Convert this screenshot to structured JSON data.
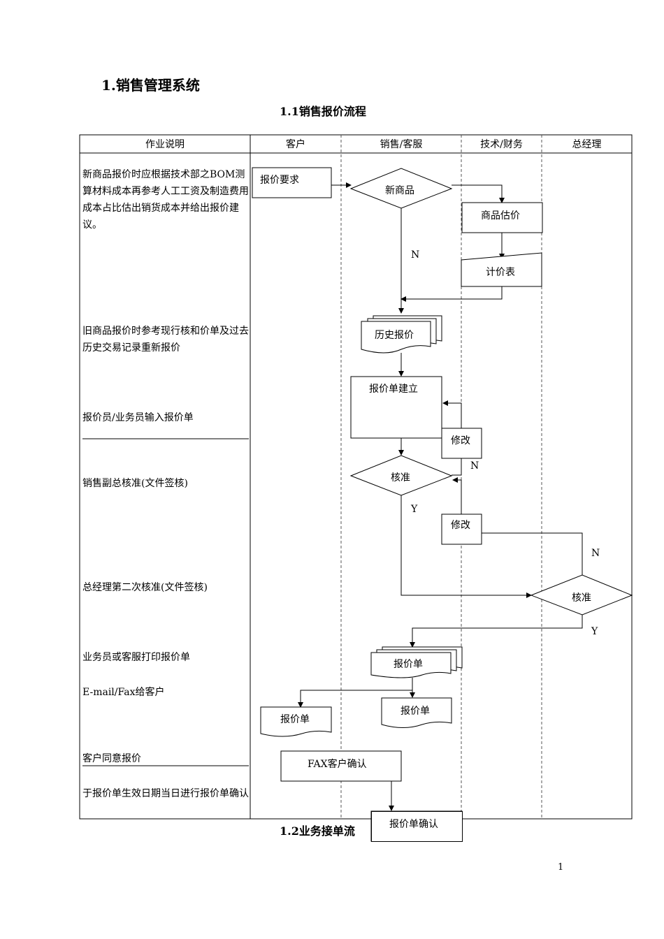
{
  "heading": "1.销售管理系统",
  "section_title": "1.1销售报价流程",
  "next_section_title": "1.2业务接单流",
  "page_number": "1",
  "lanes": [
    "作业说明",
    "客户",
    "销售/客服",
    "技术/财务",
    "总经理"
  ],
  "descriptions": {
    "d1": "新商品报价时应根据技术部之BOM测算材料成本再参考人工工资及制造费用成本占比估出销货成本并给出报价建议。",
    "d2": "旧商品报价时参考现行核和价单及过去历史交易记录重新报价",
    "d3": "报价员/业务员输入报价单",
    "d4": "销售副总核准(文件签核)",
    "d5": "总经理第二次核准(文件签核)",
    "d6": "业务员或客服打印报价单",
    "d7": "E-mail/Fax给客户",
    "d8": "客户同意报价",
    "d9": "于报价单生效日期当日进行报价单确认"
  },
  "nodes": {
    "quote_request": "报价要求",
    "new_product": "新商品",
    "product_estimate": "商品估价",
    "price_table": "计价表",
    "history_quote": "历史报价",
    "create_quote": "报价单建立",
    "modify1": "修改",
    "approve1": "核准",
    "modify2": "修改",
    "approve2": "核准",
    "print_quote": "报价单",
    "customer_quote": "报价单",
    "sales_quote": "报价单",
    "fax_confirm": "FAX客户确认",
    "quote_confirm": "报价单确认"
  },
  "labels": {
    "n1": "N",
    "n2": "N",
    "y1": "Y",
    "n3": "N",
    "y2": "Y"
  }
}
